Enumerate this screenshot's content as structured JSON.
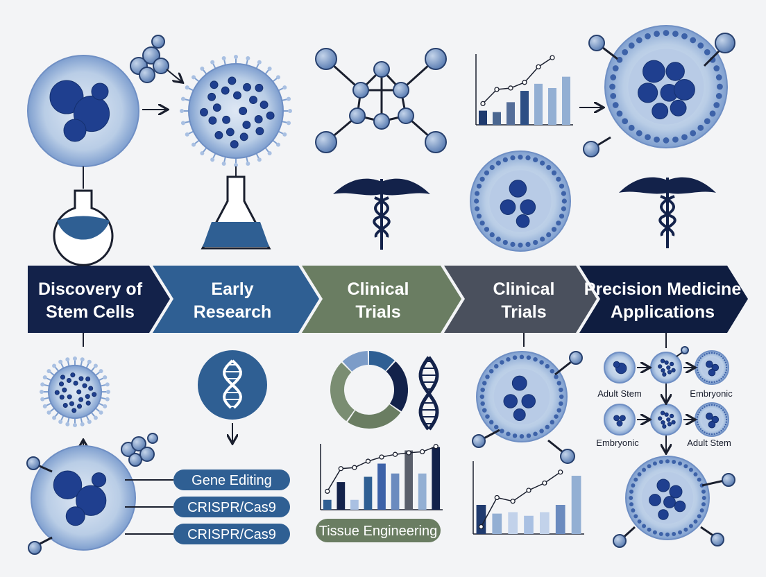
{
  "stages": [
    {
      "line1": "Discovery of",
      "line2": "Stem Cells",
      "color": "#13224a"
    },
    {
      "line1": "Early",
      "line2": "Research",
      "color": "#2f5f93"
    },
    {
      "line1": "Clinical",
      "line2": "Trials",
      "color": "#6a7d62"
    },
    {
      "line1": "Clinical",
      "line2": "Trials",
      "color": "#4a505d"
    },
    {
      "line1": "Precision Medicine",
      "line2": "Applications",
      "color": "#0f1d40"
    }
  ],
  "pills": [
    {
      "label": "Gene Editing",
      "color": "#2f5f93"
    },
    {
      "label": "CRISPR/Cas9",
      "color": "#2f5f93"
    },
    {
      "label": "CRISPR/Cas9",
      "color": "#2f5f93"
    },
    {
      "label": "Tissue Engineering",
      "color": "#6a7d62"
    }
  ],
  "cell_types": {
    "row1_left": "Adult Stem",
    "row1_right": "Embryonic",
    "row2_left": "Embryonic",
    "row2_right": "Adult Stem"
  },
  "icons": [
    "stem-cell-icon",
    "flask-icon",
    "molecule-icon",
    "caduceus-icon",
    "dna-icon",
    "bar-chart-icon",
    "donut-chart-icon",
    "arrow-icon"
  ],
  "colors": {
    "navy": "#13224a",
    "blue": "#2f5f93",
    "green": "#6a7d62",
    "slate": "#4a505d",
    "cell": "#9db8dc",
    "nucleus": "#1f3f8f"
  }
}
